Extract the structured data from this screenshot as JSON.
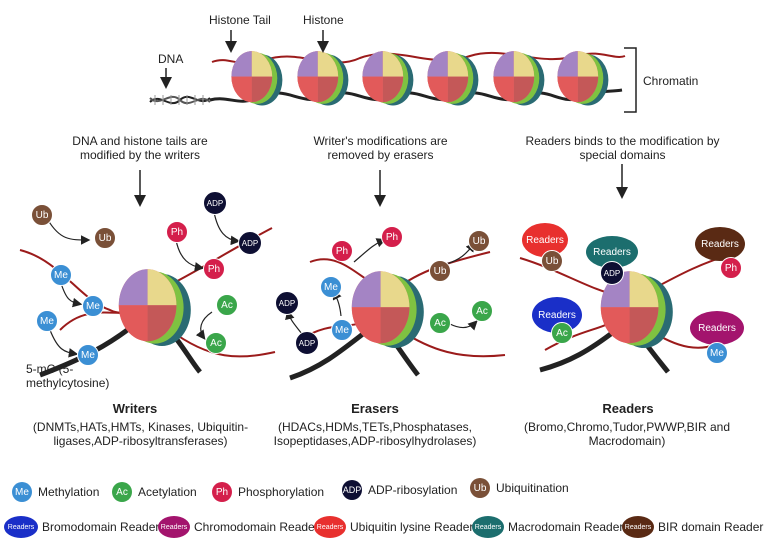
{
  "top": {
    "dna": "DNA",
    "histone_tail": "Histone Tail",
    "histone": "Histone",
    "chromatin": "Chromatin"
  },
  "captions": {
    "writers": "DNA and histone tails are modified by the writers",
    "erasers": "Writer's modifications are removed by erasers",
    "readers": "Readers binds to the modification by special domains"
  },
  "panels": {
    "writers_title": "Writers",
    "writers_desc": "(DNMTs,HATs,HMTs, Kinases, Ubiquitin-ligases,ADP-ribosyltransferases)",
    "erasers_title": "Erasers",
    "erasers_desc": "(HDACs,HDMs,TETs,Phosphatases, Isopeptidases,ADP-ribosylhydrolases)",
    "readers_title": "Readers",
    "readers_desc": "(Bromo,Chromo,Tudor,PWWP,BIR and Macrodomain)",
    "mc_label": "5-mC (5-methylcytosine)"
  },
  "marks": {
    "me": "Me",
    "ac": "Ac",
    "ph": "Ph",
    "adp": "ADP",
    "ub": "Ub",
    "readers": "Readers"
  },
  "legend": {
    "methylation": "Methylation",
    "acetylation": "Acetylation",
    "phosphorylation": "Phosphorylation",
    "adp_ribosylation": "ADP-ribosylation",
    "ubiquitination": "Ubiquitination",
    "bromodomain": "Bromodomain Reader",
    "chromodomain": "Chromodomain Reader",
    "ubiquitin_lysine": "Ubiquitin lysine Reader",
    "macrodomain": "Macrodomain Reader",
    "bir_domain": "BIR domain Reader"
  },
  "colors": {
    "me": "#3b8fd4",
    "ac": "#3aa64a",
    "ph": "#d41f4b",
    "adp": "#0e0f33",
    "ub": "#7a5038",
    "bromo": "#1a2fc8",
    "chromo": "#a3146d",
    "ubreader": "#e8302e",
    "macro": "#1c6e6e",
    "bir": "#5a2a14",
    "dna_strand": "#9b1b1b"
  }
}
